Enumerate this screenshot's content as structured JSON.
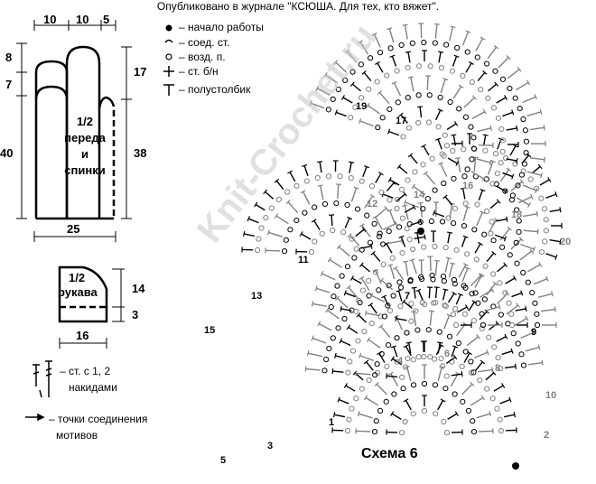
{
  "header": {
    "text": "Опубликовано в журнале \"КСЮША. Для тех, кто вяжет\"."
  },
  "body_pattern": {
    "dims_top": [
      "10",
      "10",
      "5"
    ],
    "dims_left": [
      "8",
      "7",
      "40"
    ],
    "dims_right": [
      "17",
      "38"
    ],
    "dim_bottom": "25",
    "label_lines": [
      "1/2",
      "переда",
      "и",
      "спинки"
    ]
  },
  "sleeve_pattern": {
    "label_lines": [
      "1/2",
      "рукава"
    ],
    "dims_right": [
      "14",
      "3"
    ],
    "dim_bottom": "16"
  },
  "legend": {
    "items": [
      {
        "icon": "filled-dot-icon",
        "text": "– начало работы"
      },
      {
        "icon": "slip-stitch-icon",
        "text": "– соед. ст."
      },
      {
        "icon": "open-circle-icon",
        "text": "– возд. п."
      },
      {
        "icon": "plus-icon",
        "text": "– ст. б/н"
      },
      {
        "icon": "t-icon",
        "text": "– полустолбик"
      }
    ],
    "double_crochet": {
      "line1": "– ст. с 1, 2",
      "line2": "накидами"
    },
    "join_points": {
      "line1": "– точки соединения",
      "line2": "мотивов"
    }
  },
  "schema": {
    "title": "Схема 6",
    "row_numbers": [
      "1",
      "2",
      "3",
      "4",
      "5",
      "6",
      "7",
      "8",
      "9",
      "10",
      "11",
      "12",
      "13",
      "14",
      "15",
      "16",
      "17",
      "18",
      "19",
      "20"
    ],
    "watermark": "Knit-Crochet.ru"
  },
  "colors": {
    "ink": "#000000",
    "grey": "#808080"
  }
}
